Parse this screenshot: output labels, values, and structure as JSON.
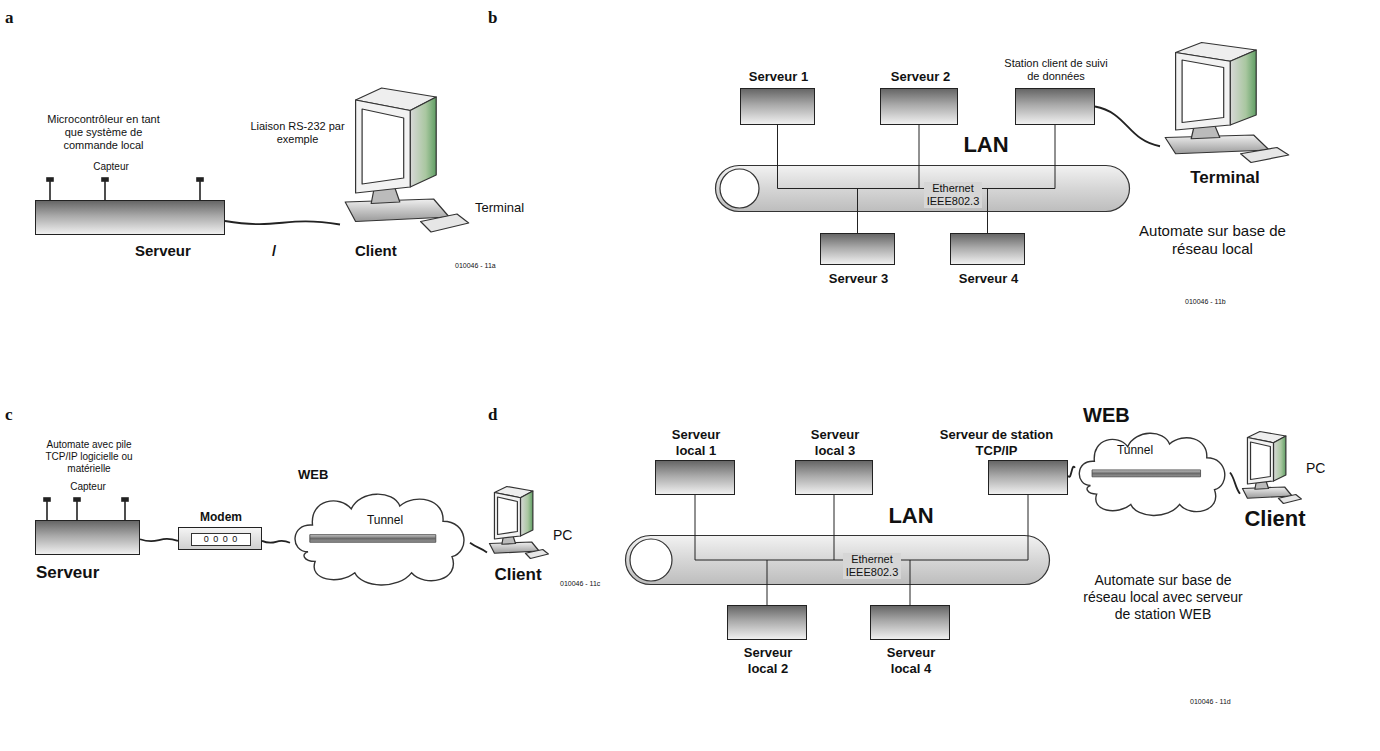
{
  "diagram": {
    "nodes": [
      {
        "text": [
          "Microcontrôleur en tant que système de commande local",
          "Capteur"
        ]
      },
      {
        "text": [
          "Terminal"
        ]
      },
      {
        "text": [
          "Serveur 1"
        ]
      },
      {
        "text": [
          "Serveur 2"
        ]
      },
      {
        "text": [
          "Station client de suivi de données"
        ]
      },
      {
        "text": [
          "Terminal"
        ]
      },
      {
        "text": [
          "Ethernet IEEE802.3"
        ]
      },
      {
        "text": [
          "Serveur 3"
        ]
      },
      {
        "text": [
          "Serveur 4"
        ]
      },
      {
        "text": [
          "Automate avec pile TCP/IP logicielle ou matérielle",
          "Capteur",
          "Serveur"
        ]
      },
      {
        "text": [
          "Modem",
          "0 0 0 0"
        ]
      },
      {
        "text": [
          "WEB",
          "Tunnel"
        ]
      },
      {
        "text": [
          "PC",
          "Client"
        ]
      },
      {
        "text": [
          "Serveur local 1"
        ]
      },
      {
        "text": [
          "Serveur local 3"
        ]
      },
      {
        "text": [
          "Serveur de station TCP/IP"
        ]
      },
      {
        "text": [
          "WEB",
          "Tunnel"
        ]
      },
      {
        "text": [
          "PC",
          "Client"
        ]
      },
      {
        "text": [
          "Ethernet IEEE802.3"
        ]
      },
      {
        "text": [
          "Serveur local 2"
        ]
      },
      {
        "text": [
          "Serveur local 4"
        ]
      }
    ],
    "edges": [
      {
        "from": 0,
        "to": 1,
        "arrow": "none",
        "label": "Liaison RS-232 par exemple"
      },
      {
        "from": 2,
        "to": 6,
        "arrow": "none"
      },
      {
        "from": 3,
        "to": 6,
        "arrow": "none"
      },
      {
        "from": 4,
        "to": 6,
        "arrow": "none"
      },
      {
        "from": 4,
        "to": 5,
        "arrow": "none"
      },
      {
        "from": 7,
        "to": 6,
        "arrow": "none"
      },
      {
        "from": 8,
        "to": 6,
        "arrow": "none"
      },
      {
        "from": 9,
        "to": 10,
        "arrow": "none"
      },
      {
        "from": 10,
        "to": 11,
        "arrow": "none"
      },
      {
        "from": 11,
        "to": 12,
        "arrow": "none"
      },
      {
        "from": 13,
        "to": 18,
        "arrow": "none"
      },
      {
        "from": 14,
        "to": 18,
        "arrow": "none"
      },
      {
        "from": 15,
        "to": 18,
        "arrow": "none"
      },
      {
        "from": 19,
        "to": 18,
        "arrow": "none"
      },
      {
        "from": 20,
        "to": 18,
        "arrow": "none"
      },
      {
        "from": 15,
        "to": 16,
        "arrow": "none"
      },
      {
        "from": 16,
        "to": 17,
        "arrow": "none"
      }
    ],
    "labels": [
      "a",
      "b",
      "Serveur",
      "/",
      "Client",
      "010046 - 11a",
      "LAN",
      "Automate sur base de réseau local",
      "010046 - 11b",
      "c",
      "010046 - 11c",
      "d",
      "LAN",
      "Automate sur base de réseau local avec serveur de station WEB",
      "010046 - 11d"
    ]
  }
}
